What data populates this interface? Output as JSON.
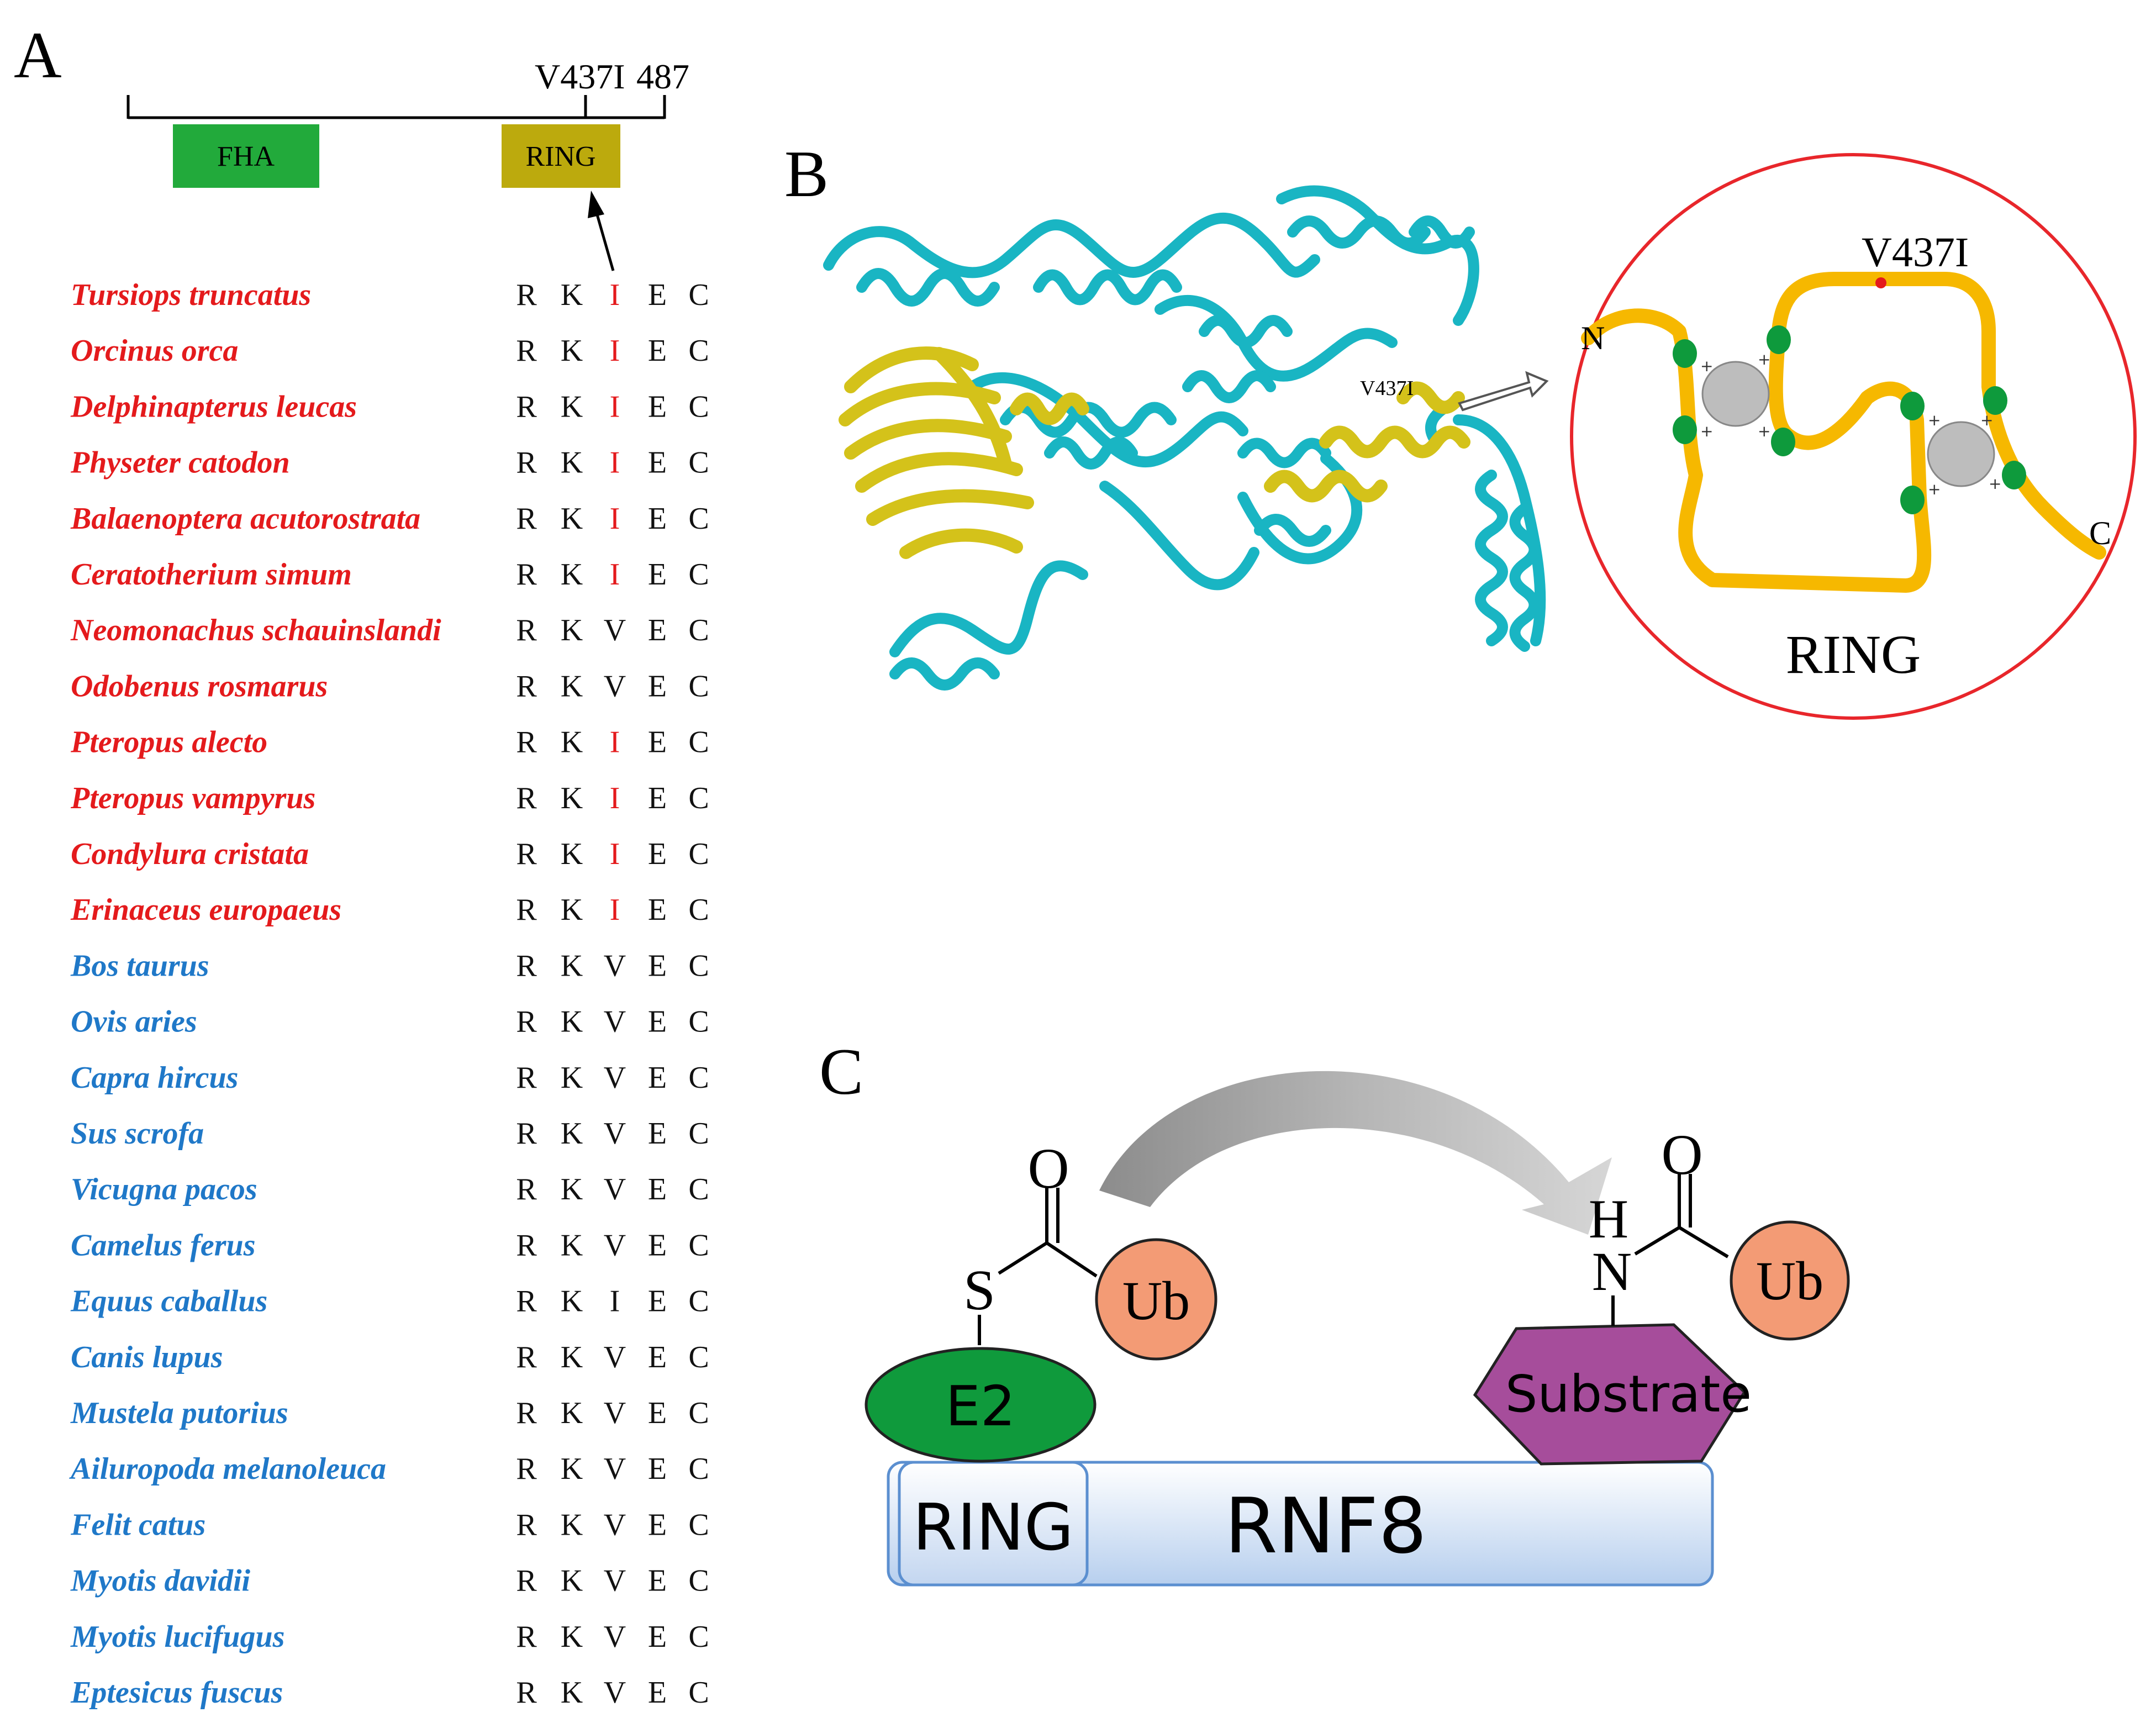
{
  "panel_a": {
    "letter": "A",
    "mutation_label": "V437I",
    "length_label": "487",
    "domains": [
      {
        "name": "FHA",
        "color": "#22aa3b"
      },
      {
        "name": "RING",
        "color": "#bcaa0d"
      }
    ],
    "highlight_color": "#e41a1c",
    "alignment": [
      {
        "species": "Tursiops truncatus",
        "group": "red",
        "residues": [
          "R",
          "K",
          "I",
          "E",
          "C"
        ]
      },
      {
        "species": "Orcinus orca",
        "group": "red",
        "residues": [
          "R",
          "K",
          "I",
          "E",
          "C"
        ]
      },
      {
        "species": "Delphinapterus leucas",
        "group": "red",
        "residues": [
          "R",
          "K",
          "I",
          "E",
          "C"
        ]
      },
      {
        "species": "Physeter catodon",
        "group": "red",
        "residues": [
          "R",
          "K",
          "I",
          "E",
          "C"
        ]
      },
      {
        "species": "Balaenoptera acutorostrata",
        "group": "red",
        "residues": [
          "R",
          "K",
          "I",
          "E",
          "C"
        ]
      },
      {
        "species": "Ceratotherium simum",
        "group": "red",
        "residues": [
          "R",
          "K",
          "I",
          "E",
          "C"
        ]
      },
      {
        "species": "Neomonachus schauinslandi",
        "group": "red",
        "residues": [
          "R",
          "K",
          "V",
          "E",
          "C"
        ]
      },
      {
        "species": "Odobenus rosmarus",
        "group": "red",
        "residues": [
          "R",
          "K",
          "V",
          "E",
          "C"
        ]
      },
      {
        "species": "Pteropus alecto",
        "group": "red",
        "residues": [
          "R",
          "K",
          "I",
          "E",
          "C"
        ]
      },
      {
        "species": "Pteropus vampyrus",
        "group": "red",
        "residues": [
          "R",
          "K",
          "I",
          "E",
          "C"
        ]
      },
      {
        "species": "Condylura cristata",
        "group": "red",
        "residues": [
          "R",
          "K",
          "I",
          "E",
          "C"
        ]
      },
      {
        "species": "Erinaceus europaeus",
        "group": "red",
        "residues": [
          "R",
          "K",
          "I",
          "E",
          "C"
        ]
      },
      {
        "species": "Bos taurus",
        "group": "blue",
        "residues": [
          "R",
          "K",
          "V",
          "E",
          "C"
        ]
      },
      {
        "species": "Ovis aries",
        "group": "blue",
        "residues": [
          "R",
          "K",
          "V",
          "E",
          "C"
        ]
      },
      {
        "species": "Capra hircus",
        "group": "blue",
        "residues": [
          "R",
          "K",
          "V",
          "E",
          "C"
        ]
      },
      {
        "species": "Sus scrofa",
        "group": "blue",
        "residues": [
          "R",
          "K",
          "V",
          "E",
          "C"
        ]
      },
      {
        "species": "Vicugna pacos",
        "group": "blue",
        "residues": [
          "R",
          "K",
          "V",
          "E",
          "C"
        ]
      },
      {
        "species": "Camelus ferus",
        "group": "blue",
        "residues": [
          "R",
          "K",
          "V",
          "E",
          "C"
        ]
      },
      {
        "species": "Equus caballus",
        "group": "blue",
        "residues": [
          "R",
          "K",
          "I",
          "E",
          "C"
        ]
      },
      {
        "species": "Canis lupus",
        "group": "blue",
        "residues": [
          "R",
          "K",
          "V",
          "E",
          "C"
        ]
      },
      {
        "species": "Mustela putorius",
        "group": "blue",
        "residues": [
          "R",
          "K",
          "V",
          "E",
          "C"
        ]
      },
      {
        "species": "Ailuropoda melanoleuca",
        "group": "blue",
        "residues": [
          "R",
          "K",
          "V",
          "E",
          "C"
        ]
      },
      {
        "species": "Felit catus",
        "group": "blue",
        "residues": [
          "R",
          "K",
          "V",
          "E",
          "C"
        ]
      },
      {
        "species": "Myotis davidii",
        "group": "blue",
        "residues": [
          "R",
          "K",
          "V",
          "E",
          "C"
        ]
      },
      {
        "species": "Myotis lucifugus",
        "group": "blue",
        "residues": [
          "R",
          "K",
          "V",
          "E",
          "C"
        ]
      },
      {
        "species": "Eptesicus fuscus",
        "group": "blue",
        "residues": [
          "R",
          "K",
          "V",
          "E",
          "C"
        ]
      }
    ],
    "group_colors": {
      "red": "#e41a1c",
      "blue": "#1f78c8"
    }
  },
  "panel_b": {
    "letter": "B",
    "structure_label": "V437I",
    "inset_mutation_label": "V437I",
    "inset_n": "N",
    "inset_c": "C",
    "inset_title": "RING",
    "ribbon_color": "#19b5c3",
    "domain_color": "#d4c21a",
    "chain_color": "#f6b800",
    "zinc_color": "#bdbdbd",
    "ligand_color": "#0e9a3c",
    "circle_color": "#e8262b"
  },
  "panel_c": {
    "letter": "C",
    "e2_label": "E2",
    "ub_label_left": "Ub",
    "ub_label_right": "Ub",
    "substrate_label": "Substrate",
    "ring_label": "RING",
    "rnf8_label": "RNF8",
    "atom_o_left": "O",
    "atom_s": "S",
    "atom_o_right": "O",
    "atom_h": "H",
    "atom_n": "N",
    "e2_color": "#0f9a3c",
    "ub_color": "#f39b75",
    "substrate_color": "#a64d9b",
    "rnf8_color": "#c7daf2"
  }
}
